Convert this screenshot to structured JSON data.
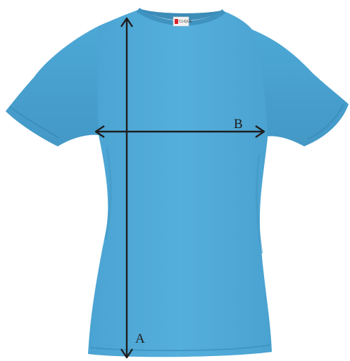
{
  "figure": {
    "garment": "t-shirt",
    "garment_color": "#4fa9d6",
    "garment_shade": "#3f95c2",
    "arrow_color": "#1e1e1e",
    "background": "#ffffff"
  },
  "neck_tag": {
    "brand_text": "CLIQUE"
  },
  "measurements": {
    "length": {
      "label": "A",
      "direction": "vertical"
    },
    "chest_width": {
      "label": "B",
      "direction": "horizontal"
    }
  }
}
